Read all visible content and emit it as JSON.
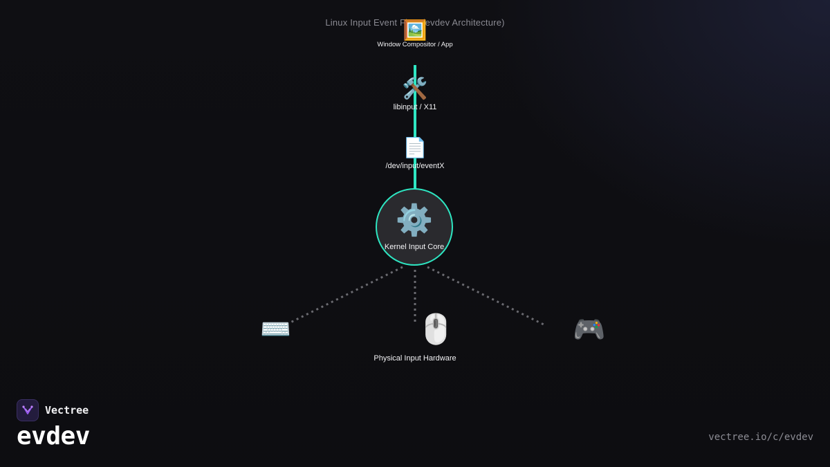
{
  "diagram": {
    "title": "Linux Input Event Flow (evdev Architecture)",
    "colors": {
      "accent": "#2ee6c2",
      "dotted": "#6a6a70",
      "node_fill": "#2a2a2e"
    },
    "nodes": {
      "compositor": {
        "label": "Window Compositor / App",
        "icon": "framed-picture-icon"
      },
      "libinput": {
        "label": "libinput / X11",
        "icon": "hammer-wrench-icon"
      },
      "device_file": {
        "label": "/dev/input/eventX",
        "icon": "document-icon"
      },
      "kernel": {
        "label": "Kernel Input Core",
        "icon": "gear-icon"
      },
      "hardware": {
        "label": "Physical Input Hardware",
        "icons": [
          "keyboard-icon",
          "mouse-icon",
          "gamepad-icon"
        ]
      }
    }
  },
  "brand": {
    "name": "Vectree",
    "topic": "evdev",
    "url": "vectree.io/c/evdev"
  }
}
